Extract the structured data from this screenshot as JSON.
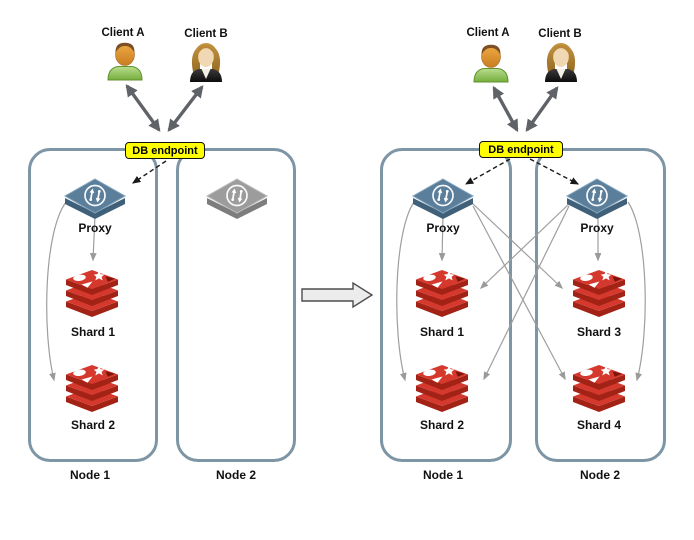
{
  "diagram": {
    "subject": "Redis database resharding across nodes (before and after)",
    "transition_arrow_direction": "right"
  },
  "colors": {
    "node_border": "#7d95a4",
    "endpoint_bg": "#ffff00",
    "proxy_active": "#5b7e9b",
    "proxy_inactive": "#9c9c9c",
    "redis_red": "#d5392e",
    "redis_dark_red": "#a32216",
    "client_arrow": "#5f6368",
    "connector_gray": "#9e9e9e",
    "client_a_shirt": "#8cc152",
    "client_b_jacket": "#1b1b1b"
  },
  "panels": [
    {
      "name": "before",
      "clients": [
        {
          "label": "Client A"
        },
        {
          "label": "Client B"
        }
      ],
      "endpoint": {
        "label": "DB endpoint"
      },
      "nodes": [
        {
          "label": "Node 1",
          "proxy": {
            "label": "Proxy",
            "state": "active"
          },
          "shards": [
            {
              "label": "Shard 1"
            },
            {
              "label": "Shard 2"
            }
          ]
        },
        {
          "label": "Node 2",
          "proxy": {
            "state": "inactive"
          },
          "shards": []
        }
      ],
      "connections": {
        "clients_to_endpoint": "bidirectional",
        "endpoint_to_proxies": [
          "Node 1 Proxy"
        ],
        "proxy_to_shards": [
          [
            "Node 1 Proxy",
            "Shard 1"
          ],
          [
            "Node 1 Proxy",
            "Shard 2"
          ]
        ]
      }
    },
    {
      "name": "after",
      "clients": [
        {
          "label": "Client A"
        },
        {
          "label": "Client B"
        }
      ],
      "endpoint": {
        "label": "DB endpoint"
      },
      "nodes": [
        {
          "label": "Node 1",
          "proxy": {
            "label": "Proxy",
            "state": "active"
          },
          "shards": [
            {
              "label": "Shard 1"
            },
            {
              "label": "Shard 2"
            }
          ]
        },
        {
          "label": "Node 2",
          "proxy": {
            "label": "Proxy",
            "state": "active"
          },
          "shards": [
            {
              "label": "Shard 3"
            },
            {
              "label": "Shard 4"
            }
          ]
        }
      ],
      "connections": {
        "clients_to_endpoint": "bidirectional",
        "endpoint_to_proxies": [
          "Node 1 Proxy",
          "Node 2 Proxy"
        ],
        "proxy_to_shards": [
          [
            "Node 1 Proxy",
            "Shard 1"
          ],
          [
            "Node 1 Proxy",
            "Shard 2"
          ],
          [
            "Node 1 Proxy",
            "Shard 3"
          ],
          [
            "Node 1 Proxy",
            "Shard 4"
          ],
          [
            "Node 2 Proxy",
            "Shard 1"
          ],
          [
            "Node 2 Proxy",
            "Shard 2"
          ],
          [
            "Node 2 Proxy",
            "Shard 3"
          ],
          [
            "Node 2 Proxy",
            "Shard 4"
          ]
        ]
      }
    }
  ]
}
